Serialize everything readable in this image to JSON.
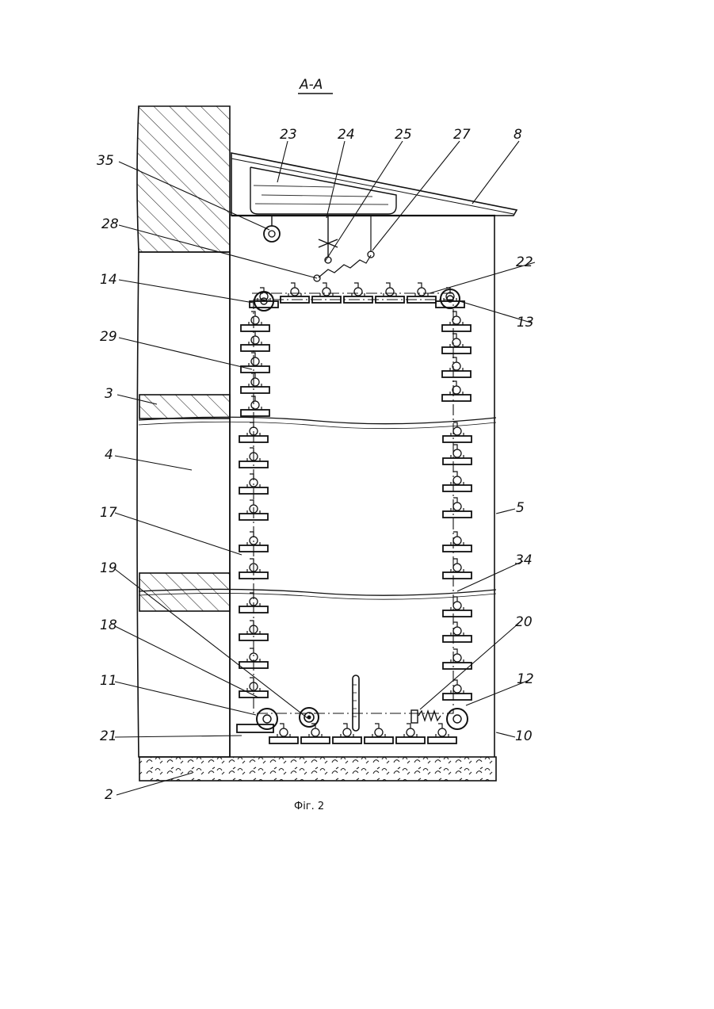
{
  "section_title": "A-A",
  "caption": "Фіг. 2",
  "callouts": [
    "35",
    "23",
    "24",
    "25",
    "27",
    "8",
    "28",
    "22",
    "14",
    "13",
    "29",
    "3",
    "4",
    "5",
    "17",
    "34",
    "19",
    "20",
    "18",
    "12",
    "11",
    "21",
    "10",
    "2"
  ]
}
